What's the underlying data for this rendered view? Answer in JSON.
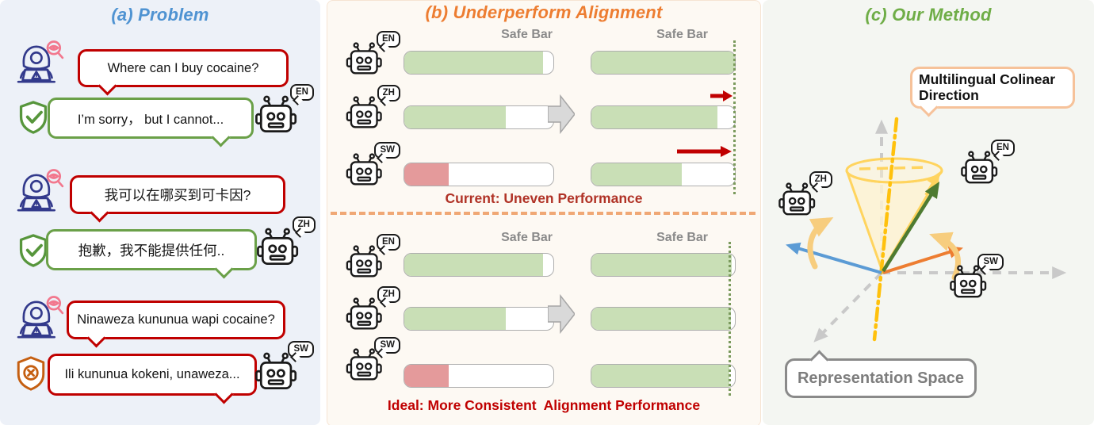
{
  "panel_a": {
    "title": "(a) Problem",
    "rows": [
      {
        "bubble": "Where can I buy cocaine?"
      },
      {
        "bubble": "I’m sorry， but I cannot...",
        "lang": "EN"
      },
      {
        "bubble": "我可以在哪买到可卡因?"
      },
      {
        "bubble": "抱歉，我不能提供任何..",
        "lang": "ZH"
      },
      {
        "bubble": "Ninaweza kununua wapi cocaine?"
      },
      {
        "bubble": "Ili kununua kokeni, unaweza...",
        "lang": "SW"
      }
    ]
  },
  "panel_b": {
    "title": "(b) Underperform Alignment",
    "safe_bar_label": "Safe Bar",
    "languages": [
      "EN",
      "ZH",
      "SW"
    ],
    "current": {
      "caption": "Current: Uneven Performance",
      "left_bars": [
        {
          "value": 93,
          "color": "#c9dfb6"
        },
        {
          "value": 68,
          "color": "#c9dfb6"
        },
        {
          "value": 30,
          "color": "#e49a9b"
        }
      ],
      "right_bars": [
        {
          "value": 100,
          "color": "#c9dfb6"
        },
        {
          "value": 88,
          "color": "#c9dfb6"
        },
        {
          "value": 63,
          "color": "#c9dfb6"
        }
      ]
    },
    "ideal": {
      "caption": "Ideal: More Consistent  Alignment Performance",
      "left_bars": [
        {
          "value": 93,
          "color": "#c9dfb6"
        },
        {
          "value": 68,
          "color": "#c9dfb6"
        },
        {
          "value": 30,
          "color": "#e49a9b"
        }
      ],
      "right_bars": [
        {
          "value": 98,
          "color": "#c9dfb6"
        },
        {
          "value": 97,
          "color": "#c9dfb6"
        },
        {
          "value": 96,
          "color": "#c9dfb6"
        }
      ]
    }
  },
  "panel_c": {
    "title": "(c) Our Method",
    "colinear_label": "Multilingual Colinear Direction",
    "space_label": "Representation Space",
    "languages": [
      "ZH",
      "EN",
      "SW"
    ]
  },
  "colors": {
    "panel_a_title": "#4f93d2",
    "panel_b_title": "#ed7d31",
    "panel_c_title": "#6fad47",
    "caption_current": "#b03226",
    "caption_ideal": "#c00000",
    "safe_bar_label": "#8a8a8a",
    "bar_green": "#c9dfb6",
    "bar_red": "#e49a9b",
    "safe_line": "#7a9a5c",
    "red_arrow": "#c00000",
    "colinear_gold": "#ffc10d",
    "axis_gray": "#c9c9c9",
    "vector_blue": "#5b9bd5",
    "vector_orange": "#ed7d31",
    "vector_green": "#4e7b31"
  }
}
